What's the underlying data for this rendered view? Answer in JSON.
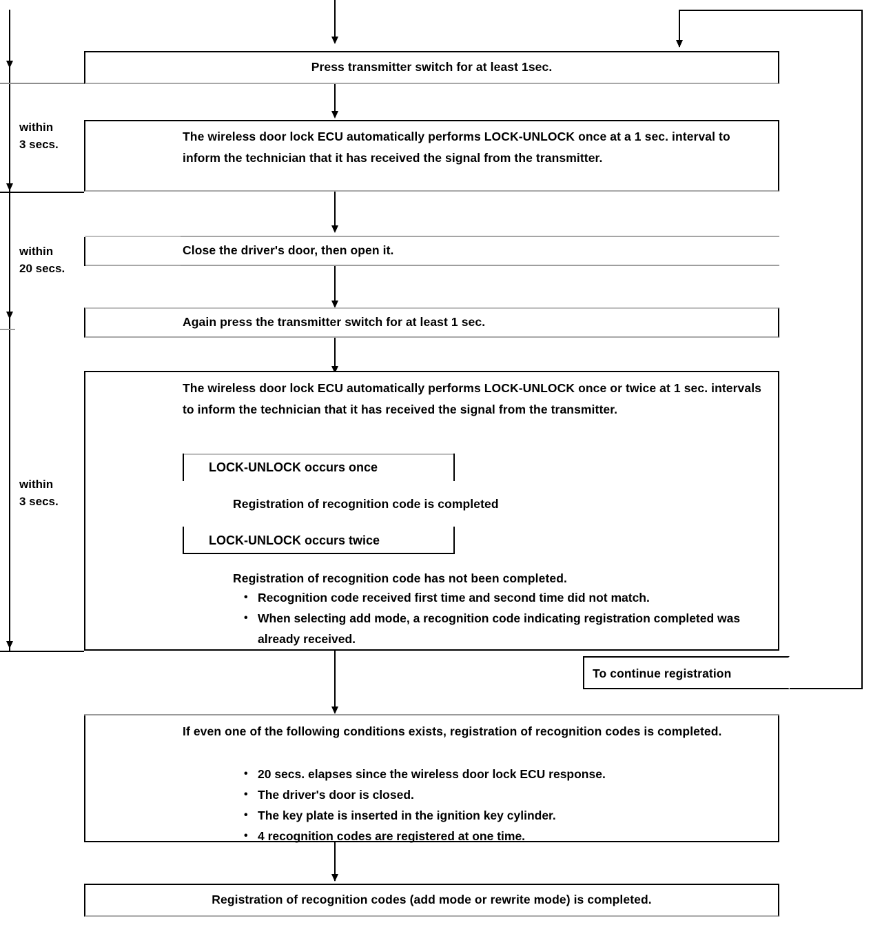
{
  "diagram": {
    "title_semantic": "wireless-door-lock-recognition-code-registration-flowchart",
    "timing_brackets": [
      {
        "label": "within\n3 secs."
      },
      {
        "label": "within\n20 secs."
      },
      {
        "label": "within\n3 secs."
      }
    ],
    "steps": [
      {
        "id": "press-transmitter",
        "text": "Press transmitter switch for at least 1sec."
      },
      {
        "id": "ecu-responds-first",
        "text": "The wireless door lock ECU automatically performs LOCK-UNLOCK once at a 1 sec. interval to inform the technician that it has received the signal from the transmitter."
      },
      {
        "id": "close-open-door",
        "text": "Close the driver's door, then open it."
      },
      {
        "id": "press-transmitter-again",
        "text": "Again press the transmitter switch for at least 1 sec."
      },
      {
        "id": "ecu-responds-second",
        "text": "The wireless door lock ECU automatically performs LOCK-UNLOCK once or twice at 1 sec. intervals to inform the technician that it has received the signal from the transmitter."
      }
    ],
    "outcomes": {
      "once_label": "LOCK-UNLOCK occurs once",
      "once_result": "Registration of recognition code is completed",
      "twice_label": "LOCK-UNLOCK occurs twice",
      "twice_result": "Registration of recognition code has not been completed.",
      "twice_reasons": [
        "Recognition code received first time and second time did not match.",
        "When selecting add mode, a recognition code indicating registration completed was already received."
      ]
    },
    "continue_label": "To continue registration",
    "completion_conditions": {
      "intro": "If even one of the following conditions exists, registration of recognition codes is completed.",
      "items": [
        "20 secs. elapses since the wireless door lock ECU response.",
        "The driver's door is closed.",
        "The key plate is inserted in the ignition key cylinder.",
        "4 recognition codes are registered at one time."
      ]
    },
    "final": "Registration of recognition codes (add mode or rewrite mode) is completed.",
    "colors": {
      "ink": "#000000",
      "paper": "#ffffff"
    }
  }
}
